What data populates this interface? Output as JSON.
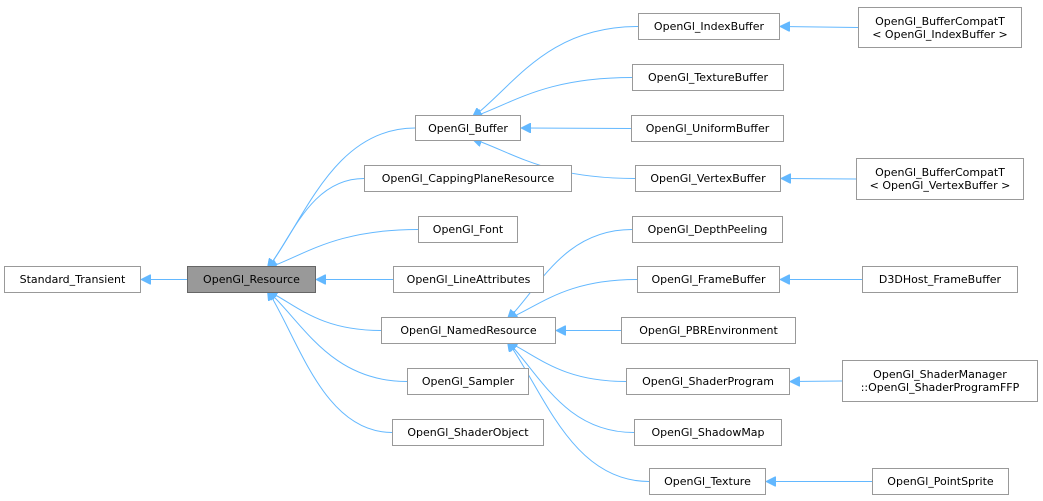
{
  "nodes": {
    "standard_transient": {
      "label": "Standard_Transient"
    },
    "opengl_resource": {
      "label": "OpenGl_Resource",
      "current": true
    },
    "opengl_buffer": {
      "label": "OpenGl_Buffer"
    },
    "opengl_cappingplaneresource": {
      "label": "OpenGl_CappingPlaneResource"
    },
    "opengl_font": {
      "label": "OpenGl_Font"
    },
    "opengl_lineattributes": {
      "label": "OpenGl_LineAttributes"
    },
    "opengl_namedresource": {
      "label": "OpenGl_NamedResource"
    },
    "opengl_sampler": {
      "label": "OpenGl_Sampler"
    },
    "opengl_shaderobject": {
      "label": "OpenGl_ShaderObject"
    },
    "opengl_indexbuffer": {
      "label": "OpenGl_IndexBuffer"
    },
    "opengl_texturebuffer": {
      "label": "OpenGl_TextureBuffer"
    },
    "opengl_uniformbuffer": {
      "label": "OpenGl_UniformBuffer"
    },
    "opengl_vertexbuffer": {
      "label": "OpenGl_VertexBuffer"
    },
    "opengl_depthpeeling": {
      "label": "OpenGl_DepthPeeling"
    },
    "opengl_framebuffer": {
      "label": "OpenGl_FrameBuffer"
    },
    "opengl_pbrenvironment": {
      "label": "OpenGl_PBREnvironment"
    },
    "opengl_shaderprogram": {
      "label": "OpenGl_ShaderProgram"
    },
    "opengl_shadowmap": {
      "label": "OpenGl_ShadowMap"
    },
    "opengl_texture": {
      "label": "OpenGl_Texture"
    },
    "opengl_buffercompat_index": {
      "line1": "OpenGl_BufferCompatT",
      "line2": "< OpenGl_IndexBuffer >"
    },
    "opengl_buffercompat_vertex": {
      "line1": "OpenGl_BufferCompatT",
      "line2": "< OpenGl_VertexBuffer >"
    },
    "d3dhost_framebuffer": {
      "label": "D3DHost_FrameBuffer"
    },
    "opengl_shaderprogramffp": {
      "line1": "OpenGl_ShaderManager",
      "line2": "::OpenGl_ShaderProgramFFP"
    },
    "opengl_pointsprite": {
      "label": "OpenGl_PointSprite"
    }
  },
  "edges": [
    {
      "from": "opengl_resource",
      "to": "standard_transient"
    },
    {
      "from": "opengl_buffer",
      "to": "opengl_resource"
    },
    {
      "from": "opengl_cappingplaneresource",
      "to": "opengl_resource"
    },
    {
      "from": "opengl_font",
      "to": "opengl_resource"
    },
    {
      "from": "opengl_lineattributes",
      "to": "opengl_resource"
    },
    {
      "from": "opengl_namedresource",
      "to": "opengl_resource"
    },
    {
      "from": "opengl_sampler",
      "to": "opengl_resource"
    },
    {
      "from": "opengl_shaderobject",
      "to": "opengl_resource"
    },
    {
      "from": "opengl_indexbuffer",
      "to": "opengl_buffer"
    },
    {
      "from": "opengl_texturebuffer",
      "to": "opengl_buffer"
    },
    {
      "from": "opengl_uniformbuffer",
      "to": "opengl_buffer"
    },
    {
      "from": "opengl_vertexbuffer",
      "to": "opengl_buffer"
    },
    {
      "from": "opengl_buffercompat_index",
      "to": "opengl_indexbuffer"
    },
    {
      "from": "opengl_buffercompat_vertex",
      "to": "opengl_vertexbuffer"
    },
    {
      "from": "opengl_depthpeeling",
      "to": "opengl_namedresource"
    },
    {
      "from": "opengl_framebuffer",
      "to": "opengl_namedresource"
    },
    {
      "from": "opengl_pbrenvironment",
      "to": "opengl_namedresource"
    },
    {
      "from": "opengl_shaderprogram",
      "to": "opengl_namedresource"
    },
    {
      "from": "opengl_shadowmap",
      "to": "opengl_namedresource"
    },
    {
      "from": "opengl_texture",
      "to": "opengl_namedresource"
    },
    {
      "from": "d3dhost_framebuffer",
      "to": "opengl_framebuffer"
    },
    {
      "from": "opengl_shaderprogramffp",
      "to": "opengl_shaderprogram"
    },
    {
      "from": "opengl_pointsprite",
      "to": "opengl_texture"
    }
  ],
  "colors": {
    "edge": "#63b8ff",
    "node_border": "#999999",
    "current_fill": "#999999"
  }
}
